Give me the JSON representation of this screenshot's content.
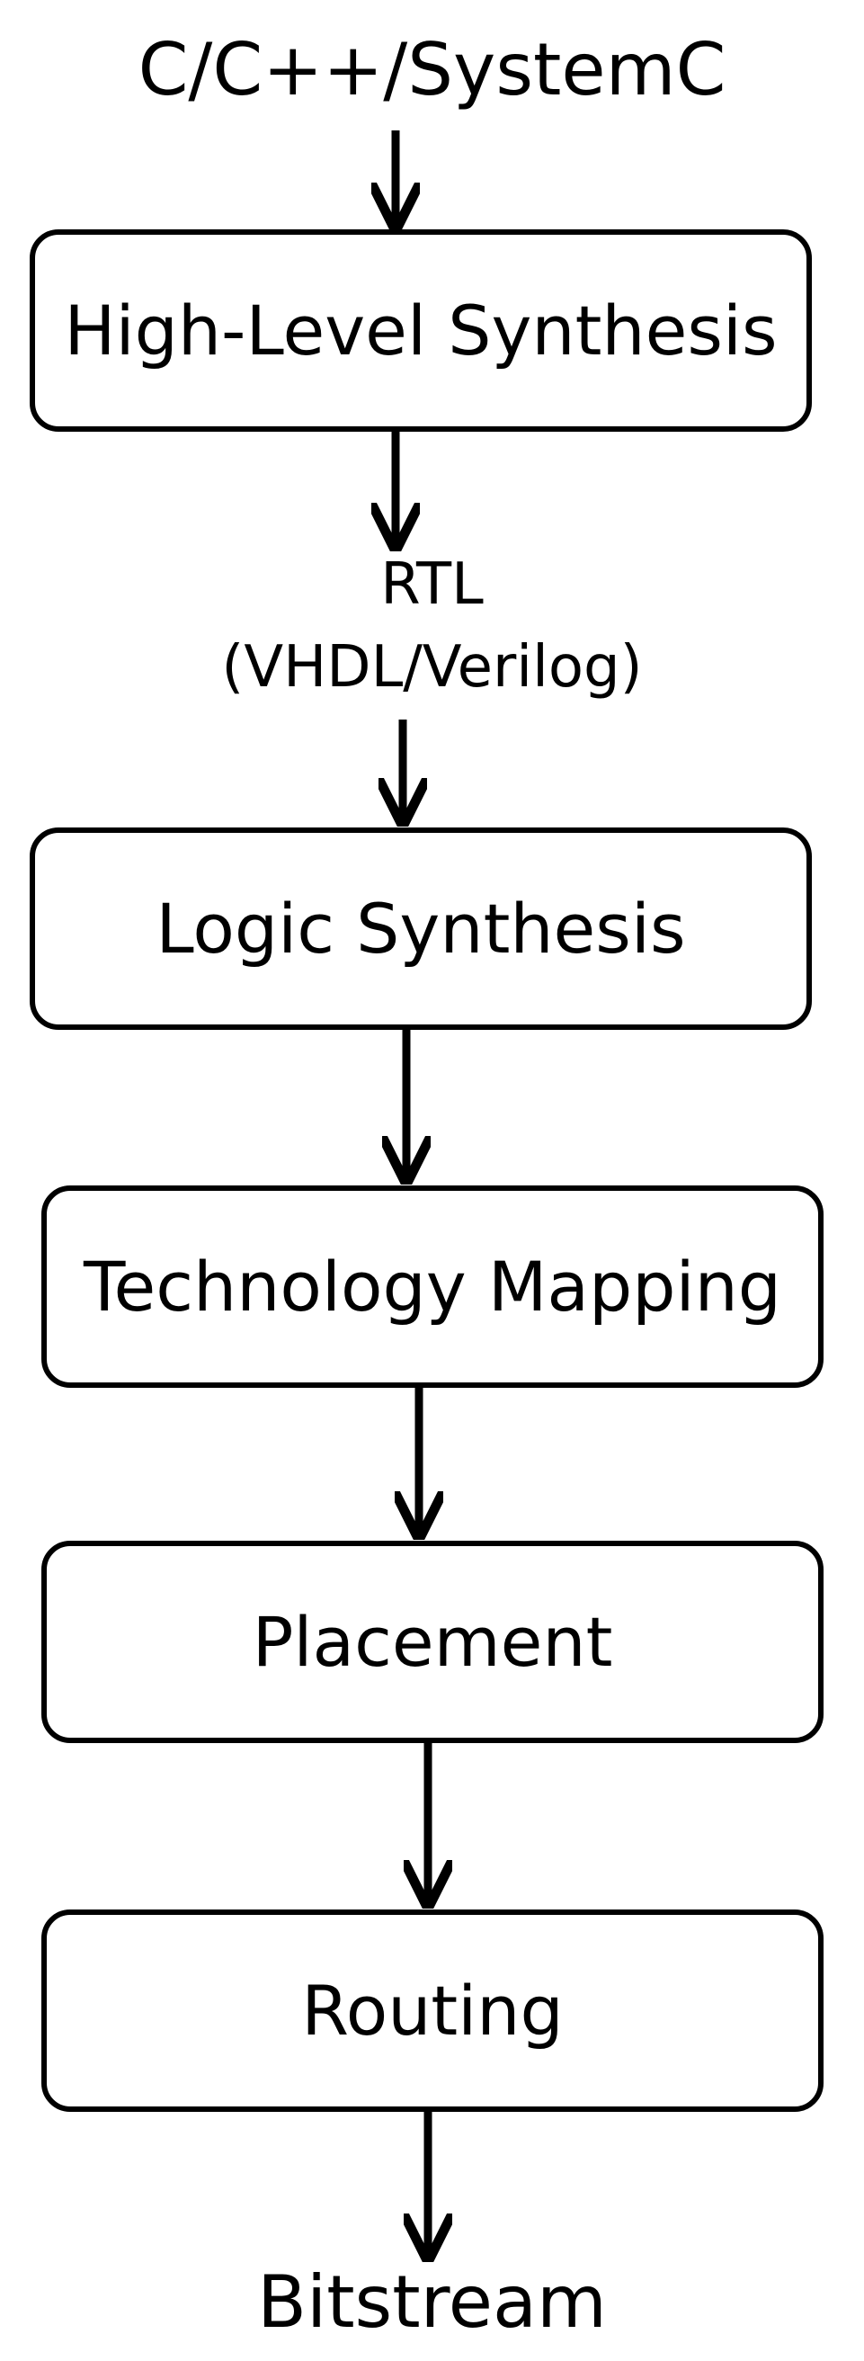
{
  "input": "C/C++/SystemC",
  "stages": [
    "High-Level Synthesis",
    "Logic Synthesis",
    "Technology Mapping",
    "Placement",
    "Routing"
  ],
  "intermediate": {
    "line1": "RTL",
    "line2": "(VHDL/Verilog)"
  },
  "output": "Bitstream"
}
